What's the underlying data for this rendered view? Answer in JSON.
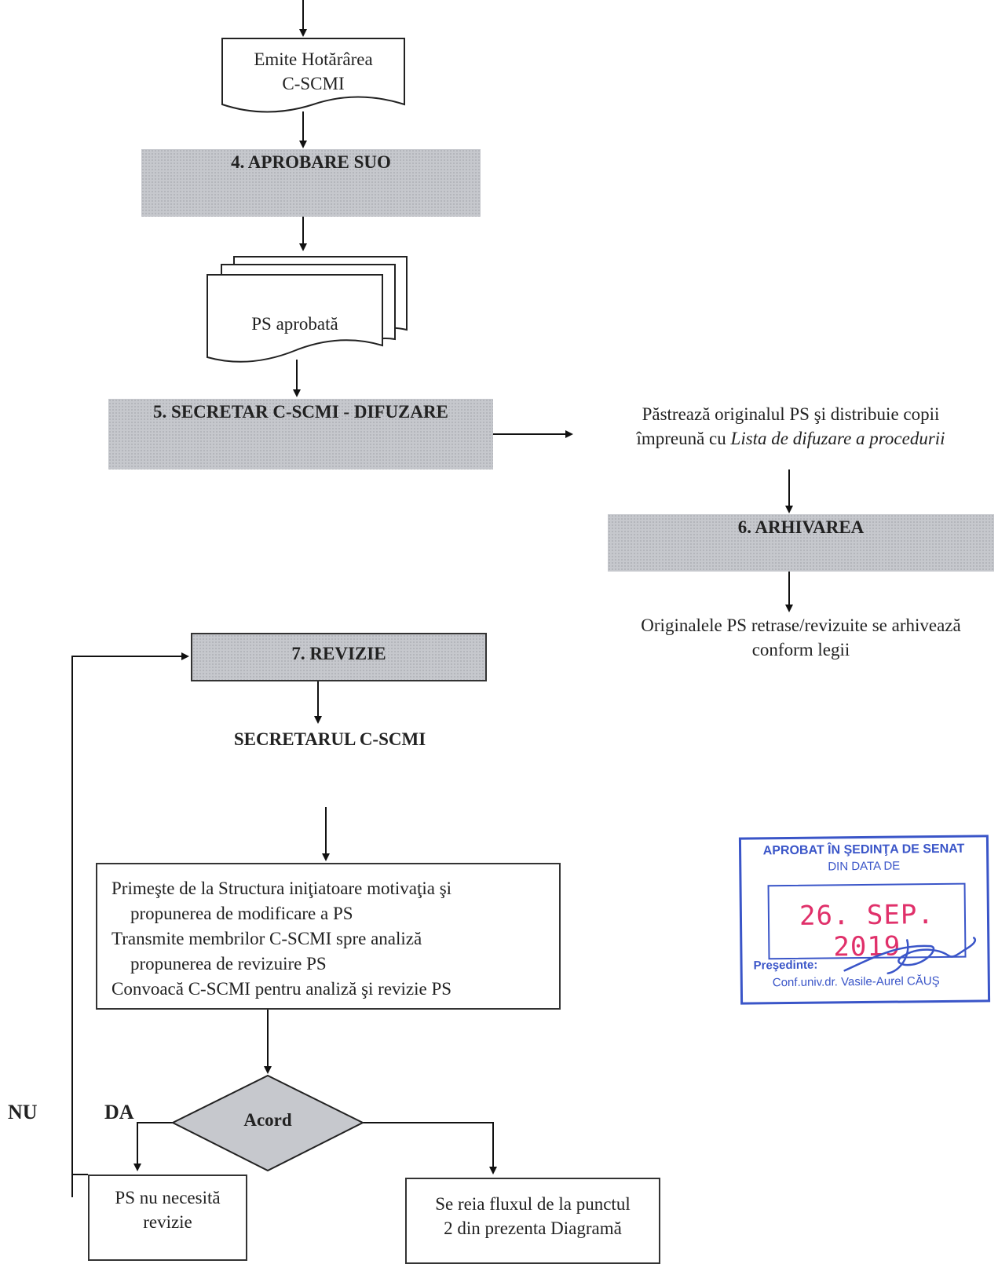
{
  "flow": {
    "emite_box": [
      "Emite Hotărârea",
      "C-SCMI"
    ],
    "stage4": "4. APROBARE SUO",
    "ps_aprobata": "PS aprobată",
    "stage5": "5. SECRETAR C-SCMI - DIFUZARE",
    "distribute_line1": "Păstrează originalul PS şi distribuie copii",
    "distribute_line2_prefix": "împreună cu ",
    "distribute_line2_italic": "Lista de difuzare a procedurii",
    "stage6": "6. ARHIVAREA",
    "archive_text": [
      "Originalele PS retrase/revizuite se arhivează",
      "conform legii"
    ],
    "stage7": "7. REVIZIE",
    "secretarul": "SECRETARUL C-SCMI",
    "task_lines": [
      "Primeşte de la Structura iniţiatoare motivaţia şi",
      "propunerea de modificare a PS",
      "Transmite membrilor C-SCMI spre analiză",
      "propunerea de revizuire PS",
      "Convoacă C-SCMI pentru analiză şi revizie PS"
    ],
    "decision": "Acord",
    "label_nu": "NU",
    "label_da": "DA",
    "no_revision": [
      "PS nu necesită",
      "revizie"
    ],
    "restart": [
      "Se reia fluxul de la punctul",
      "2 din prezenta Diagramă"
    ]
  },
  "stamp": {
    "line1": "APROBAT ÎN ŞEDINŢA DE SENAT",
    "line2": "DIN DATA DE",
    "date": "26. SEP. 2019",
    "role": "Preşedinte:",
    "name": "Conf.univ.dr. Vasile-Aurel CĂUŞ"
  },
  "colors": {
    "stage_fill": "#c6c8cd",
    "stamp_blue": "#3a55c8",
    "stamp_date": "#e0306a"
  }
}
